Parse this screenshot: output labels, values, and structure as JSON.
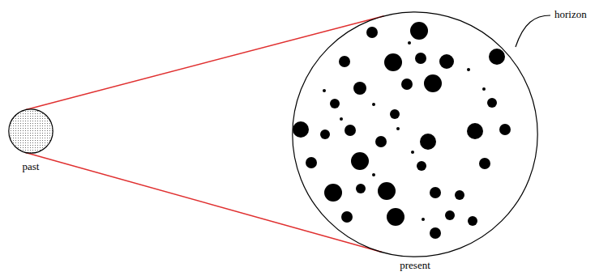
{
  "diagram": {
    "nodes": [
      {
        "text": [
          "past"
        ]
      },
      {
        "text": [
          "present"
        ]
      }
    ],
    "edges": [
      {
        "from": 0,
        "to": 1,
        "arrow": "none"
      },
      {
        "from": 0,
        "to": 1,
        "arrow": "none"
      }
    ],
    "labels": [
      "horizon"
    ]
  }
}
